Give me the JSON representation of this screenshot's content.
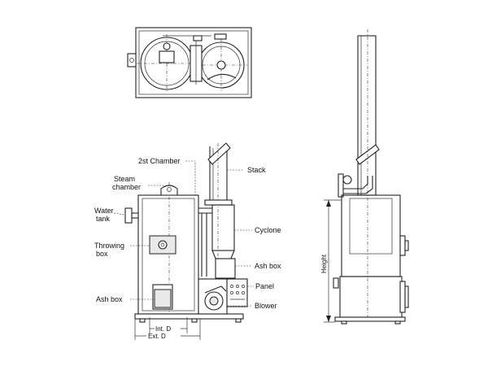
{
  "labels": {
    "second_chamber": "2st Chamber",
    "stack": "Stack",
    "steam_chamber_line1": "Steam",
    "steam_chamber_line2": "chamber",
    "water_tank_line1": "Water",
    "water_tank_line2": "tank",
    "cyclone": "Cyclone",
    "throwing_box_line1": "Throwing",
    "throwing_box_line2": "box",
    "ash_box_right": "Ash box",
    "panel": "Panel",
    "ash_box_left": "Ash box",
    "blower": "Blower",
    "int_d": "Int. D",
    "ext_d": "Ext. D",
    "height": "Height"
  }
}
